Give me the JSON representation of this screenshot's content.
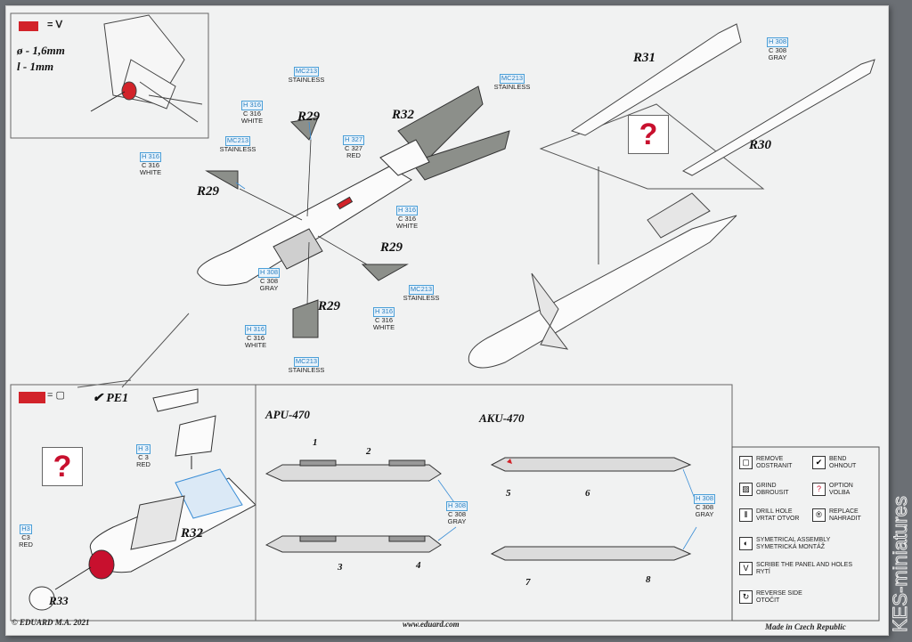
{
  "inset_top": {
    "diameter": "ø - 1,6mm",
    "length": "l - 1mm"
  },
  "codes": {
    "mc213": [
      "MC213",
      "STAINLESS"
    ],
    "h316": [
      "H 316",
      "C 316",
      "WHITE"
    ],
    "h327": [
      "H 327",
      "C 327",
      "RED"
    ],
    "h308": [
      "H 308",
      "C 308",
      "GRAY"
    ],
    "h3": [
      "H 3",
      "C 3",
      "RED"
    ],
    "h3b": [
      "H3",
      "C3",
      "RED"
    ]
  },
  "labels": {
    "r29": "R29",
    "r30": "R30",
    "r31": "R31",
    "r32": "R32",
    "r33": "R33",
    "pe1": "PE1"
  },
  "question": "?",
  "lower_panel": {
    "apu_title": "APU-470",
    "aku_title": "AKU-470",
    "nums": [
      "1",
      "2",
      "3",
      "4",
      "5",
      "6",
      "7",
      "8"
    ]
  },
  "legend": [
    {
      "icon": "remove-icon",
      "glyph": "▢",
      "text": "REMOVE\nODSTRANIT"
    },
    {
      "icon": "bend-icon",
      "glyph": "✔",
      "text": "BEND\nOHNOUT"
    },
    {
      "icon": "grind-icon",
      "glyph": "▨",
      "text": "GRIND\nOBROUSIT"
    },
    {
      "icon": "option-icon",
      "glyph": "?",
      "text": "OPTION\nVOLBA"
    },
    {
      "icon": "drill-icon",
      "glyph": "⫴",
      "text": "DRILL HOLE\nVRTAT OTVOR"
    },
    {
      "icon": "replace-icon",
      "glyph": "®",
      "text": "REPLACE\nNAHRADIT"
    },
    {
      "icon": "symmetrical-icon",
      "glyph": "◐",
      "text": "SYMETRICAL ASSEMBLY\nSYMETRICKÁ MONTÁŽ"
    },
    {
      "icon": "scribe-icon",
      "glyph": "V",
      "text": "SCRIBE THE PANEL AND HOLES\nRYTÍ"
    },
    {
      "icon": "reverse-icon",
      "glyph": "↻",
      "text": "REVERSE SIDE\nOTOČIT"
    }
  ],
  "footer": {
    "copyright": "© EDUARD  M.A. 2021",
    "url": "www.eduard.com",
    "made_in": "Made in Czech Republic"
  },
  "watermark": "KES-miniatures",
  "colors": {
    "red": "#c8102e",
    "blue": "#4a9fd8",
    "fin": "#8c8f8a"
  }
}
